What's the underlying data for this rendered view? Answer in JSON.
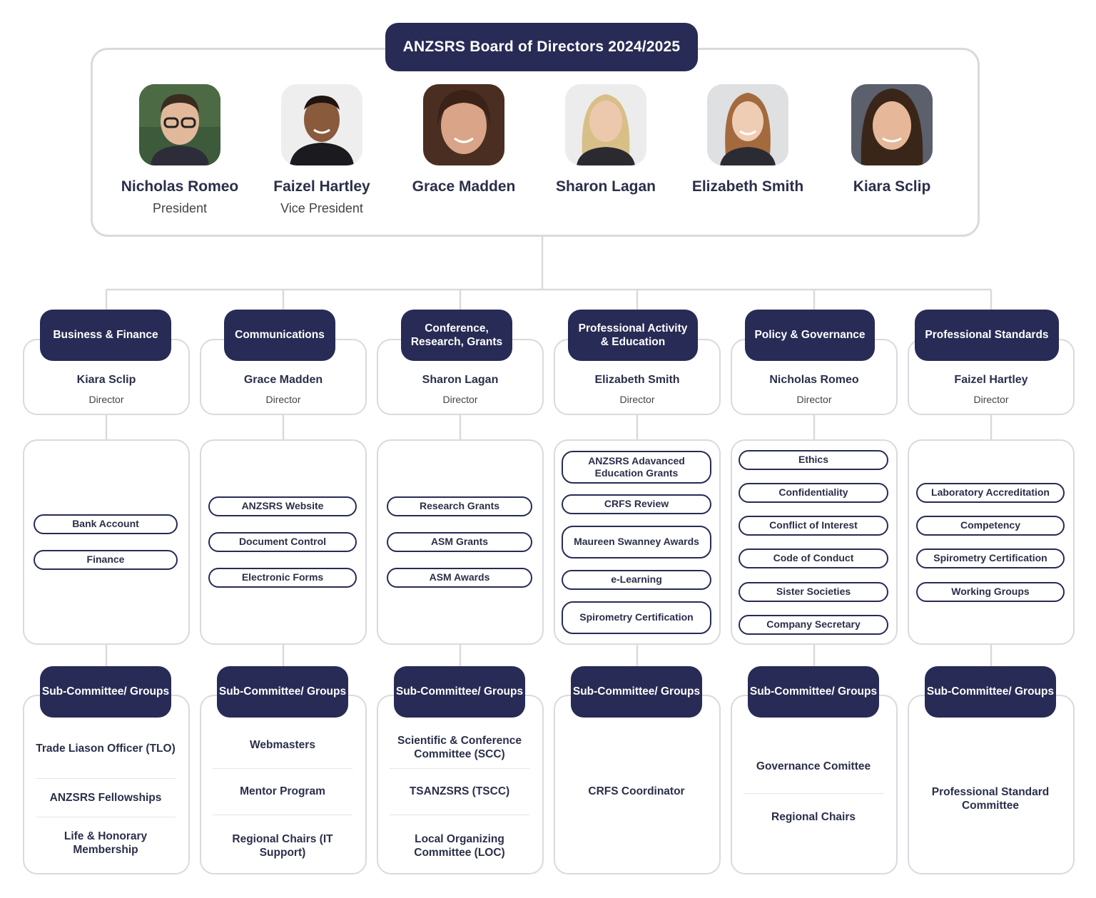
{
  "board": {
    "title": "ANZSRS Board of Directors 2024/2025",
    "members": [
      {
        "name": "Nicholas Romeo",
        "role": "President"
      },
      {
        "name": "Faizel Hartley",
        "role": "Vice President"
      },
      {
        "name": "Grace Madden",
        "role": ""
      },
      {
        "name": "Sharon Lagan",
        "role": ""
      },
      {
        "name": "Elizabeth Smith",
        "role": ""
      },
      {
        "name": "Kiara Sclip",
        "role": ""
      }
    ]
  },
  "departments": [
    {
      "label": "Business & Finance",
      "director": "Kiara Sclip",
      "director_role": "Director",
      "items": [
        "Bank Account",
        "Finance"
      ],
      "sub_label": "Sub-Committee/ Groups",
      "groups": [
        "Trade Liason Officer (TLO)",
        "ANZSRS Fellowships",
        "Life & Honorary Membership"
      ]
    },
    {
      "label": "Communications",
      "director": "Grace Madden",
      "director_role": "Director",
      "items": [
        "ANZSRS Website",
        "Document Control",
        "Electronic Forms"
      ],
      "sub_label": "Sub-Committee/ Groups",
      "groups": [
        "Webmasters",
        "Mentor Program",
        "Regional Chairs (IT Support)"
      ]
    },
    {
      "label": "Conference, Research, Grants",
      "director": "Sharon Lagan",
      "director_role": "Director",
      "items": [
        "Research Grants",
        "ASM Grants",
        "ASM Awards"
      ],
      "sub_label": "Sub-Committee/ Groups",
      "groups": [
        "Scientific & Conference Committee (SCC)",
        "TSANZSRS (TSCC)",
        "Local Organizing Committee (LOC)"
      ]
    },
    {
      "label": "Professional Activity & Education",
      "director": "Elizabeth Smith",
      "director_role": "Director",
      "items": [
        "ANZSRS Adavanced Education Grants",
        "CRFS Review",
        "Maureen Swanney Awards",
        "e-Learning",
        "Spirometry Certification"
      ],
      "sub_label": "Sub-Committee/ Groups",
      "groups": [
        "CRFS Coordinator"
      ]
    },
    {
      "label": "Policy & Governance",
      "director": "Nicholas Romeo",
      "director_role": "Director",
      "items": [
        "Ethics",
        "Confidentiality",
        "Conflict of Interest",
        "Code of Conduct",
        "Sister Societies",
        "Company Secretary"
      ],
      "sub_label": "Sub-Committee/ Groups",
      "groups": [
        "Governance Comittee",
        "Regional Chairs"
      ]
    },
    {
      "label": "Professional Standards",
      "director": "Faizel Hartley",
      "director_role": "Director",
      "items": [
        "Laboratory Accreditation",
        "Competency",
        "Spirometry Certification",
        "Working Groups"
      ],
      "sub_label": "Sub-Committee/ Groups",
      "groups": [
        "Professional Standard Committee"
      ]
    }
  ]
}
